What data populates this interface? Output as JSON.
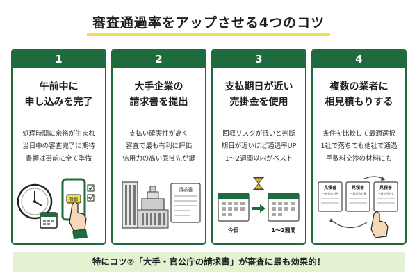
{
  "title": "審査通過率をアップさせる4つのコツ",
  "cards": [
    {
      "number": "1",
      "title_lines": [
        "午前中に",
        "申し込みを完了"
      ],
      "desc_lines": [
        "処理時間に余裕が生まれ",
        "当日中の審査完了に期待",
        "書類は事前に全て準備"
      ],
      "illust": {
        "clock_icon": "clock-icon",
        "calendar_icon": "calendar-icon",
        "phone_button": "投稿",
        "checklist_icon": "checklist-icon"
      }
    },
    {
      "number": "2",
      "title_lines": [
        "大手企業の",
        "請求書を提出"
      ],
      "desc_lines": [
        "支払い確実性が高く",
        "審査で最も有利に評価",
        "信用力の高い売掛先が鍵"
      ],
      "illust": {
        "invoice_label": "請求書"
      }
    },
    {
      "number": "3",
      "title_lines": [
        "支払期日が近い",
        "売掛金を使用"
      ],
      "desc_lines": [
        "回収リスクが低いと判断",
        "期日が近いほど通過率UP",
        "1〜2週間以内がベスト"
      ],
      "illust": {
        "today_label": "今日",
        "later_label": "1〜2週間"
      }
    },
    {
      "number": "4",
      "title_lines": [
        "複数の業者に",
        "相見積もりする"
      ],
      "desc_lines": [
        "条件を比較して最適選択",
        "1社で落ちても他社で通過",
        "手数料交渉の材料にも"
      ],
      "illust": {
        "docs": [
          {
            "heading": "見積書",
            "sub": "一般的会社A"
          },
          {
            "heading": "見積書",
            "sub": "一般的会社B"
          },
          {
            "heading": "見積書",
            "sub": "一般的会社C"
          }
        ]
      }
    }
  ],
  "banner": "特にコツ②「大手・官公庁の請求書」が審査に最も効果的！",
  "colors": {
    "accent": "#1f6b3d",
    "highlight": "#f2e04b",
    "banner_bg": "#e3f2d0",
    "hourglass": "#e0b03a"
  }
}
